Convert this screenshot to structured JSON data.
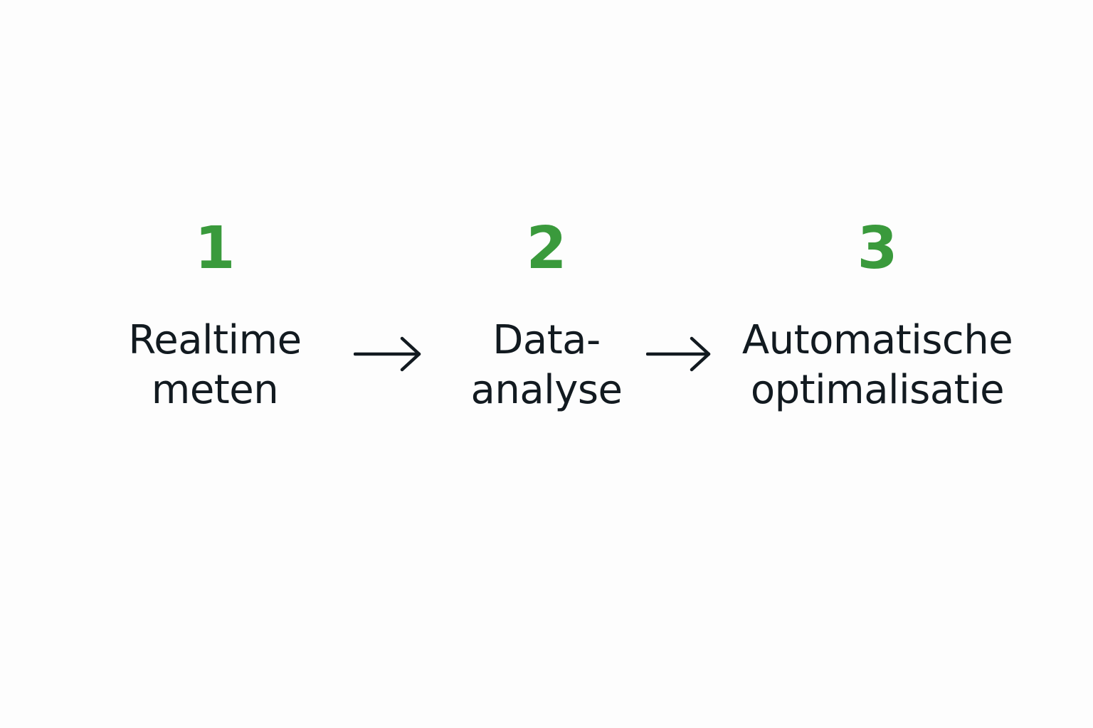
{
  "colors": {
    "number": "#3a9a3c",
    "label": "#121a20",
    "arrow": "#121a20"
  },
  "steps": [
    {
      "number": "1",
      "label": "Realtime\nmeten"
    },
    {
      "number": "2",
      "label": "Data-\nanalyse"
    },
    {
      "number": "3",
      "label": "Automatische\noptimalisatie"
    }
  ],
  "arrows": [
    {
      "icon": "arrow-right-icon"
    },
    {
      "icon": "arrow-right-icon"
    }
  ]
}
